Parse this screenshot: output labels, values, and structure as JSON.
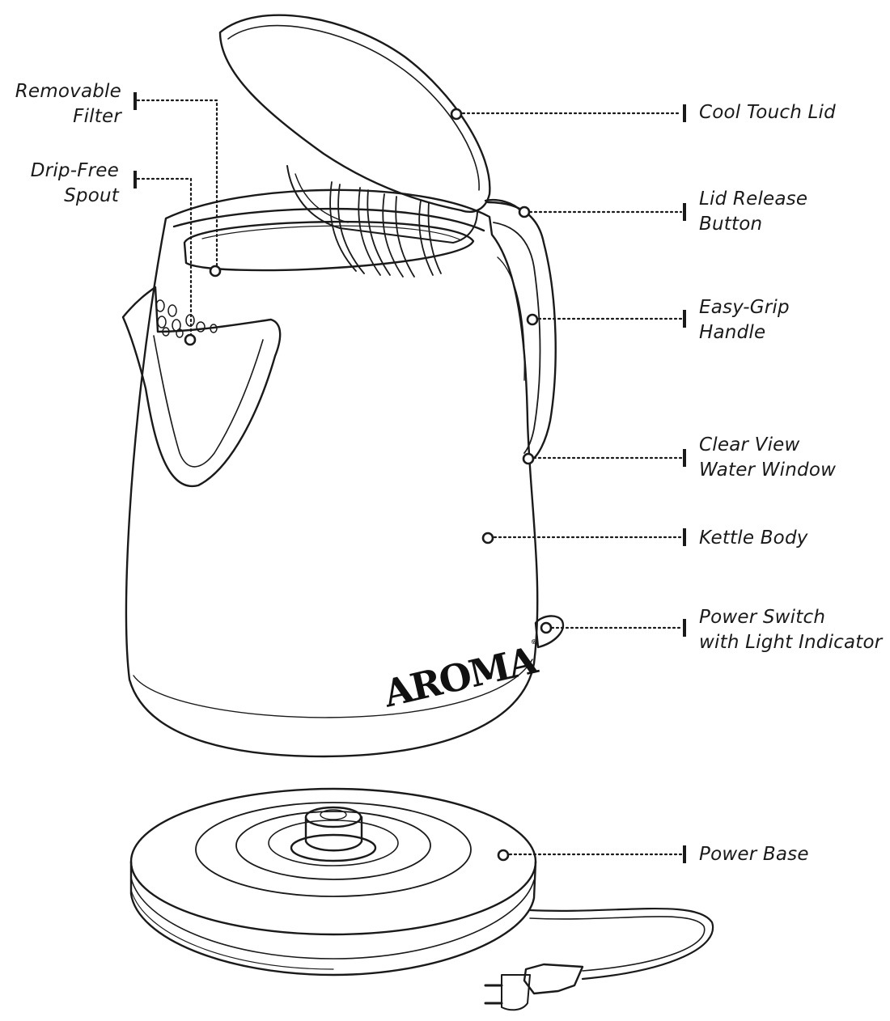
{
  "diagram": {
    "brand": {
      "logo_text": "AROMA",
      "trademark": "®"
    },
    "callouts": [
      {
        "id": "removable-filter",
        "lines": [
          "Removable",
          "Filter"
        ]
      },
      {
        "id": "drip-free-spout",
        "lines": [
          "Drip-Free",
          "Spout"
        ]
      },
      {
        "id": "cool-touch-lid",
        "lines": [
          "Cool Touch Lid"
        ]
      },
      {
        "id": "lid-release-button",
        "lines": [
          "Lid Release",
          "Button"
        ]
      },
      {
        "id": "easy-grip-handle",
        "lines": [
          "Easy-Grip",
          "Handle"
        ]
      },
      {
        "id": "clear-view-water-window",
        "lines": [
          "Clear View",
          "Water Window"
        ]
      },
      {
        "id": "kettle-body",
        "lines": [
          "Kettle Body"
        ]
      },
      {
        "id": "power-switch",
        "lines": [
          "Power Switch",
          "with Light Indicator"
        ]
      },
      {
        "id": "power-base",
        "lines": [
          "Power Base"
        ]
      }
    ],
    "colors": {
      "line": "#1a1a1a",
      "background": "#ffffff"
    }
  }
}
